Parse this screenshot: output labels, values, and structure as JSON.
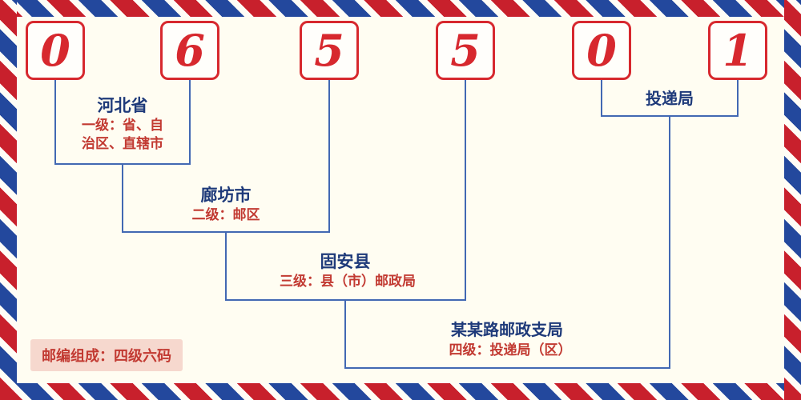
{
  "postal_code": {
    "digits": [
      "0",
      "6",
      "5",
      "5",
      "0",
      "1"
    ]
  },
  "levels": {
    "level1": {
      "name": "河北省",
      "desc_lines": [
        "一级：省、自",
        "治区、直辖市"
      ]
    },
    "level2": {
      "name": "廊坊市",
      "desc": "二级：邮区"
    },
    "level3": {
      "name": "固安县",
      "desc": "三级：县（市）邮政局"
    },
    "level4": {
      "name": "某某路邮政支局",
      "desc": "四级：投递局（区）"
    },
    "delivery_office": {
      "name": "投递局"
    }
  },
  "note": {
    "text": "邮编组成：四级六码"
  },
  "colors": {
    "digit_red": "#d7282e",
    "line_blue": "#4268b3",
    "label_blue": "#1e3a7a",
    "desc_red": "#c23a32",
    "stripe_red": "#c8202c",
    "stripe_blue": "#23489d"
  }
}
